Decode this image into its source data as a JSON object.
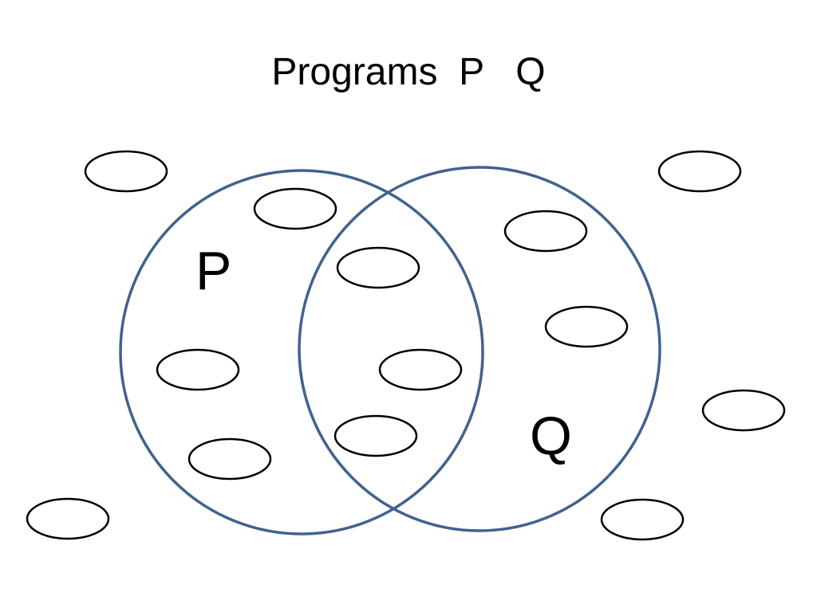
{
  "title": "Programs  P   Q",
  "sets": [
    {
      "id": "P",
      "label": "P"
    },
    {
      "id": "Q",
      "label": "Q"
    }
  ],
  "colors": {
    "circle_stroke": "#41628E",
    "element_stroke": "#000000",
    "background": "#FFFFFF"
  },
  "elements": [
    {
      "region": "outside"
    },
    {
      "region": "P-only"
    },
    {
      "region": "P-and-Q"
    },
    {
      "region": "outside"
    },
    {
      "region": "Q-only"
    },
    {
      "region": "Q-only"
    },
    {
      "region": "P-only"
    },
    {
      "region": "P-and-Q"
    },
    {
      "region": "outside"
    },
    {
      "region": "P-and-Q"
    },
    {
      "region": "P-only"
    },
    {
      "region": "outside"
    },
    {
      "region": "outside"
    }
  ]
}
